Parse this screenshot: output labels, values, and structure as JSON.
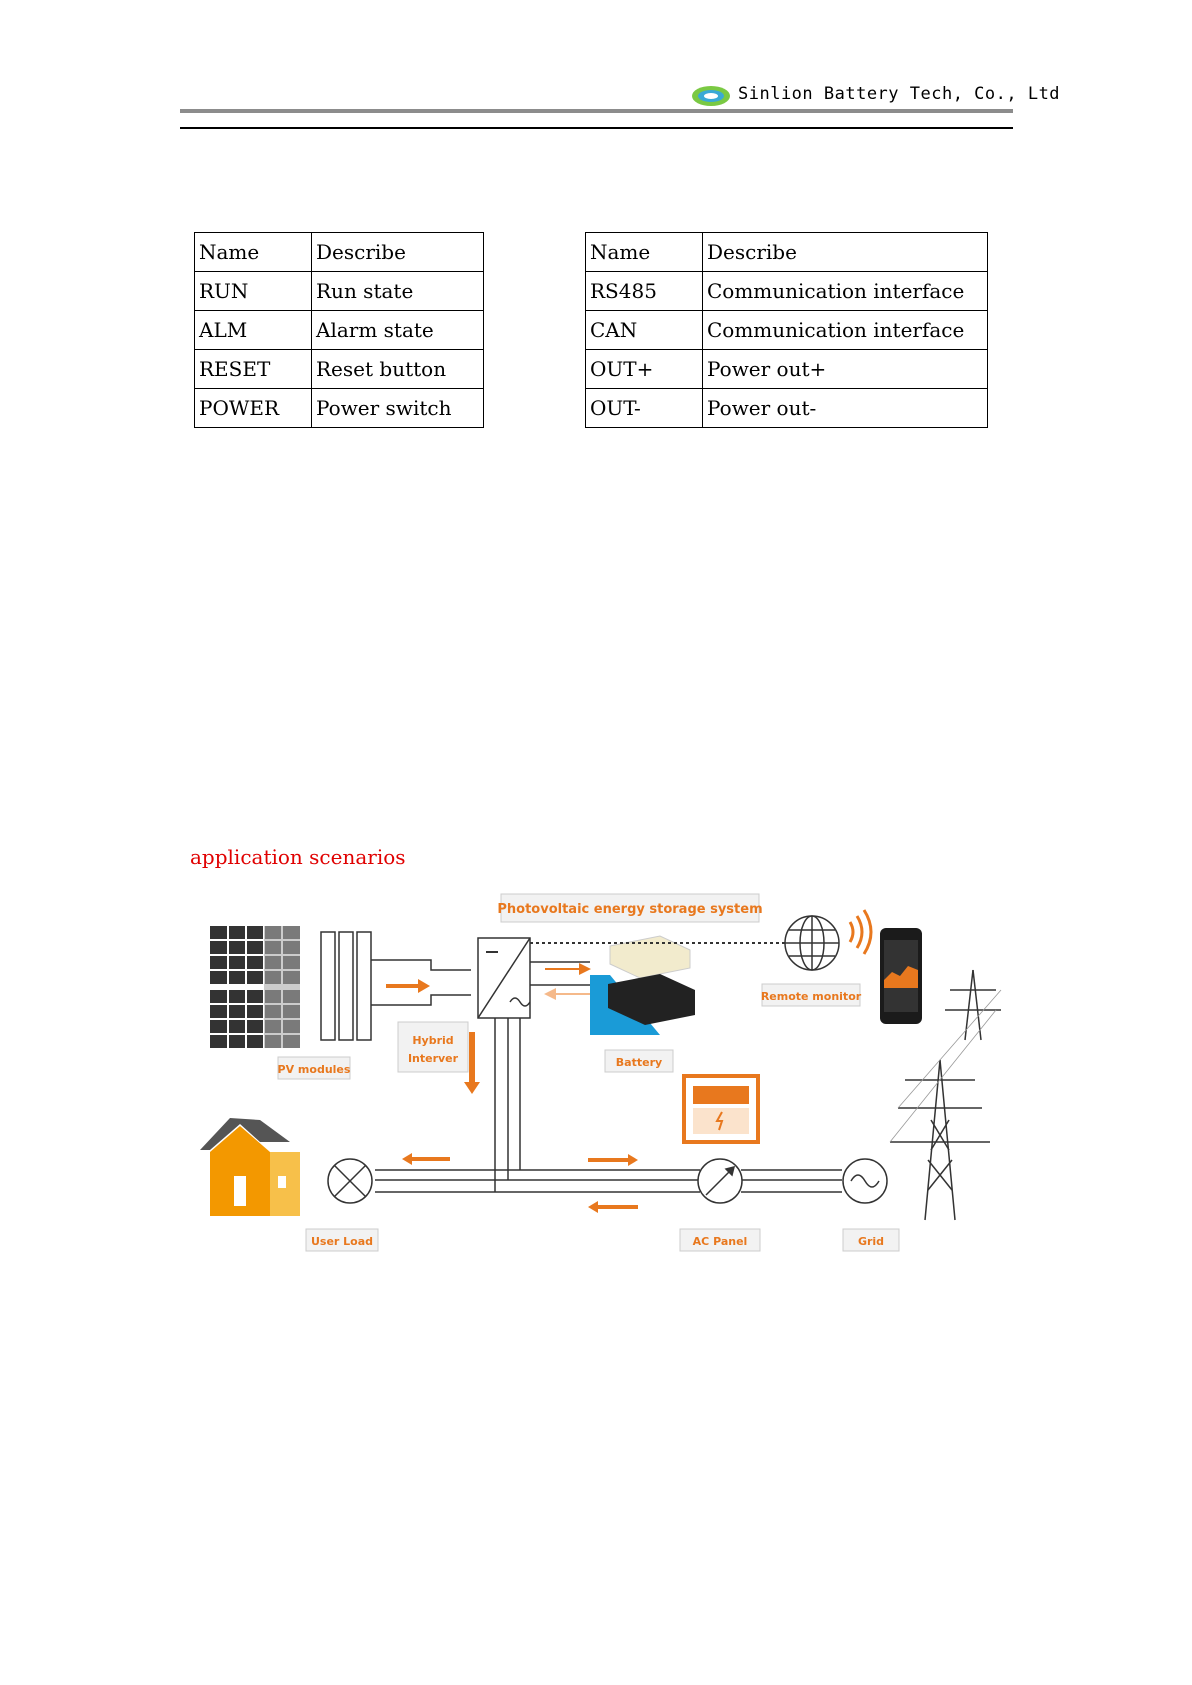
{
  "header": {
    "company": "Sinlion Battery Tech, Co., Ltd"
  },
  "tables": {
    "left": {
      "header": [
        "Name",
        "Describe"
      ],
      "rows": [
        [
          "RUN",
          "Run state"
        ],
        [
          "ALM",
          "Alarm state"
        ],
        [
          "RESET",
          "Reset button"
        ],
        [
          "POWER",
          "Power switch"
        ]
      ]
    },
    "right": {
      "header": [
        "Name",
        "Describe"
      ],
      "rows": [
        [
          "RS485",
          "Communication interface"
        ],
        [
          "CAN",
          "Communication interface"
        ],
        [
          "OUT+",
          "Power out+"
        ],
        [
          "OUT-",
          "Power out-"
        ]
      ]
    }
  },
  "section": {
    "title": "application scenarios"
  },
  "diagram": {
    "title": "Photovoltaic energy storage system",
    "labels": {
      "pv": "PV modules",
      "inverter_line1": "Hybrid",
      "inverter_line2": "Interver",
      "battery": "Battery",
      "remote": "Remote monitor",
      "user_load": "User Load",
      "ac_panel": "AC Panel",
      "grid": "Grid"
    },
    "colors": {
      "accent": "#e8781e",
      "accent_light": "#f5b98a"
    }
  }
}
